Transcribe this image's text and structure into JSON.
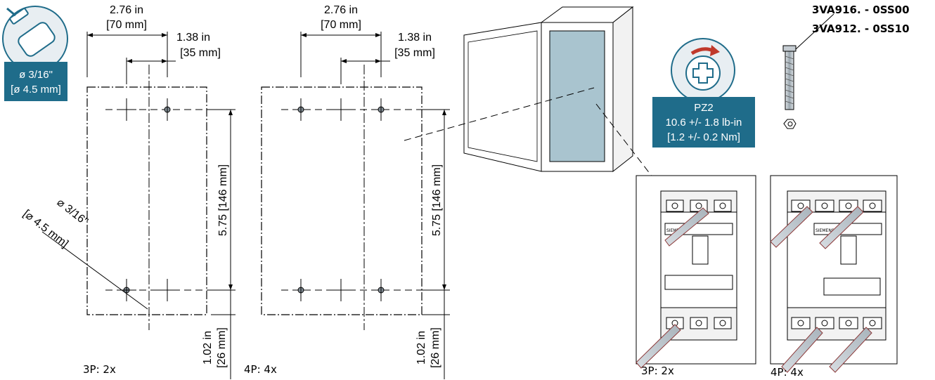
{
  "drill_badge": {
    "diameter_in": "ø 3/16\"",
    "diameter_mm": "[ø 4.5 mm]",
    "color": "#1f6c8a"
  },
  "panel_3p": {
    "width_in": "2.76 in",
    "width_mm": "[70 mm]",
    "half_in": "1.38 in",
    "half_mm": "[35 mm]",
    "height_label": "5.75 [146 mm]",
    "bottom_in": "1.02 in",
    "bottom_mm": "[26 mm]",
    "hole_line1": "⌀ 3/16\"",
    "hole_line2": "[⌀ 4.5 mm]",
    "qty": "3P: 2x"
  },
  "panel_4p": {
    "width_in": "2.76 in",
    "width_mm": "[70 mm]",
    "half_in": "1.38 in",
    "half_mm": "[35 mm]",
    "height_label": "5.75 [146 mm]",
    "bottom_in": "1.02 in",
    "bottom_mm": "[26 mm]",
    "qty": "4P: 4x"
  },
  "torque_badge": {
    "tool": "PZ2",
    "torque_lbin": "10.6 +/- 1.8 lb-in",
    "torque_nm": "[1.2 +/- 0.2 Nm]",
    "color": "#1f6c8a",
    "arrow_color": "#c0392b"
  },
  "screw_codes": [
    "3VA916. - 0SS00",
    "3VA912. - 0SS10"
  ],
  "breaker_3p": {
    "qty": "3P: 2x",
    "brand": "SIEMENS"
  },
  "breaker_4p": {
    "qty": "4P: 4x",
    "brand": "SIEMENS"
  }
}
